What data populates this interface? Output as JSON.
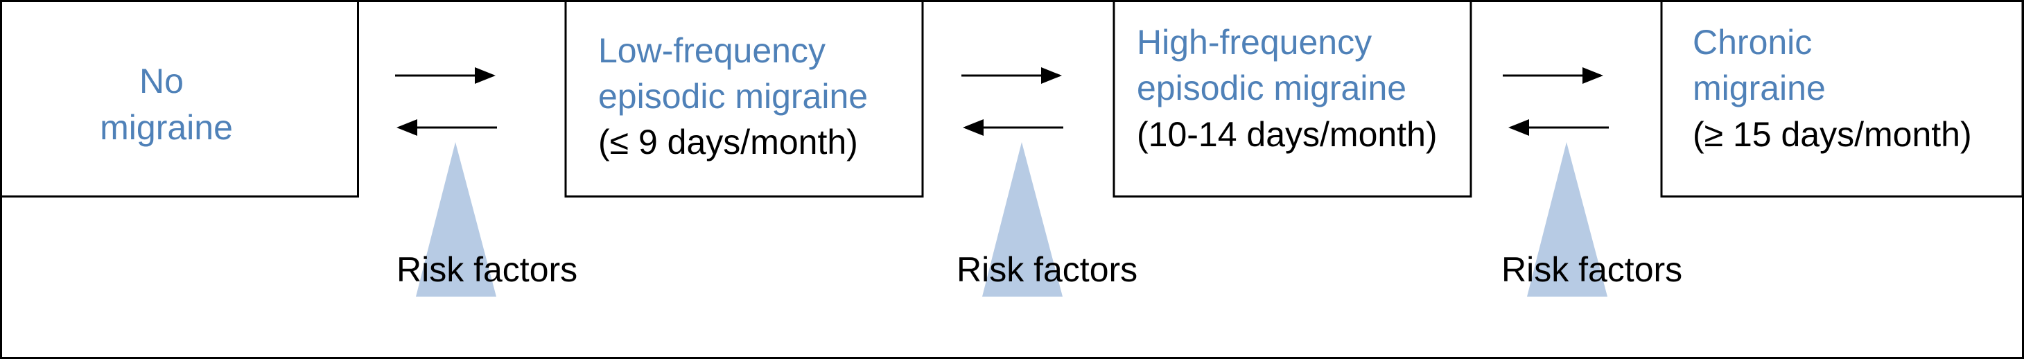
{
  "colors": {
    "stage_text": "#4f81b8",
    "risk_triangle": "#b7cbe4",
    "line": "#000000"
  },
  "stages": [
    {
      "id": "none",
      "title_lines": [
        "No",
        "migraine"
      ],
      "range": ""
    },
    {
      "id": "low-frequency",
      "title_lines": [
        "Low-frequency",
        "episodic migraine"
      ],
      "range": "(≤ 9 days/month)"
    },
    {
      "id": "high-frequency",
      "title_lines": [
        "High-frequency",
        "episodic migraine"
      ],
      "range": "(10-14 days/month)"
    },
    {
      "id": "chronic",
      "title_lines": [
        "Chronic",
        "migraine"
      ],
      "range": "(≥ 15 days/month)"
    }
  ],
  "transitions": [
    {
      "from": "No migraine",
      "to": "Low-frequency episodic migraine",
      "label": "Risk factors",
      "bidirectional": true,
      "icon": "triangle-icon"
    },
    {
      "from": "Low-frequency episodic migraine",
      "to": "High-frequency episodic migraine",
      "label": "Risk factors",
      "bidirectional": true,
      "icon": "triangle-icon"
    },
    {
      "from": "High-frequency episodic migraine",
      "to": "Chronic migraine",
      "label": "Risk factors",
      "bidirectional": true,
      "icon": "triangle-icon"
    }
  ]
}
